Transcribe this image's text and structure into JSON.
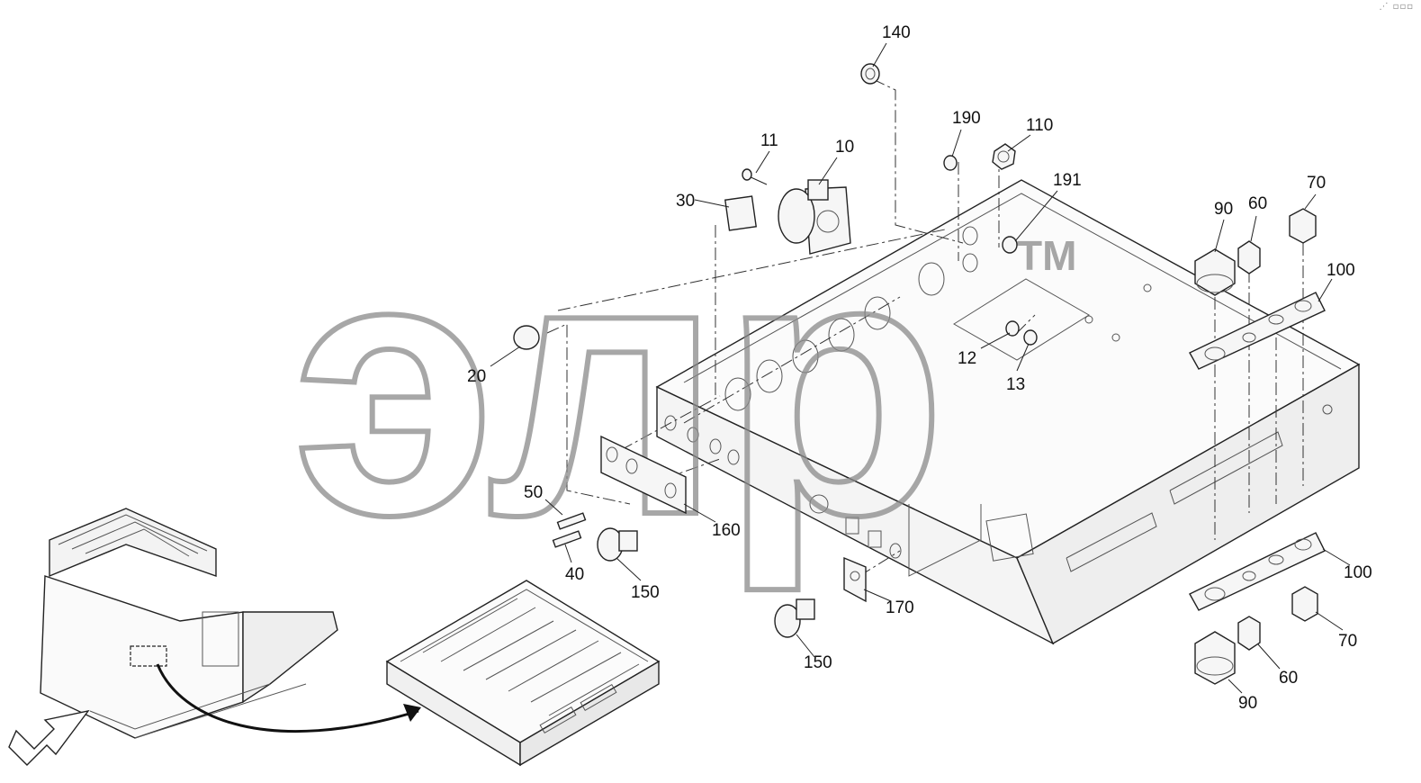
{
  "diagram": {
    "watermark": {
      "text": "элр",
      "tm": "TM"
    },
    "callouts": [
      {
        "id": "c140",
        "label": "140"
      },
      {
        "id": "c190",
        "label": "190"
      },
      {
        "id": "c110",
        "label": "110"
      },
      {
        "id": "c11",
        "label": "11"
      },
      {
        "id": "c10",
        "label": "10"
      },
      {
        "id": "c191",
        "label": "191"
      },
      {
        "id": "c30",
        "label": "30"
      },
      {
        "id": "c90a",
        "label": "90"
      },
      {
        "id": "c60a",
        "label": "60"
      },
      {
        "id": "c70a",
        "label": "70"
      },
      {
        "id": "c100a",
        "label": "100"
      },
      {
        "id": "c20",
        "label": "20"
      },
      {
        "id": "c12",
        "label": "12"
      },
      {
        "id": "c13",
        "label": "13"
      },
      {
        "id": "c50",
        "label": "50"
      },
      {
        "id": "c160",
        "label": "160"
      },
      {
        "id": "c40",
        "label": "40"
      },
      {
        "id": "c150a",
        "label": "150"
      },
      {
        "id": "c100b",
        "label": "100"
      },
      {
        "id": "c170",
        "label": "170"
      },
      {
        "id": "c70b",
        "label": "70"
      },
      {
        "id": "c150b",
        "label": "150"
      },
      {
        "id": "c60b",
        "label": "60"
      },
      {
        "id": "c90b",
        "label": "90"
      }
    ]
  },
  "corner_mark": "⋰ ▫▫▫"
}
